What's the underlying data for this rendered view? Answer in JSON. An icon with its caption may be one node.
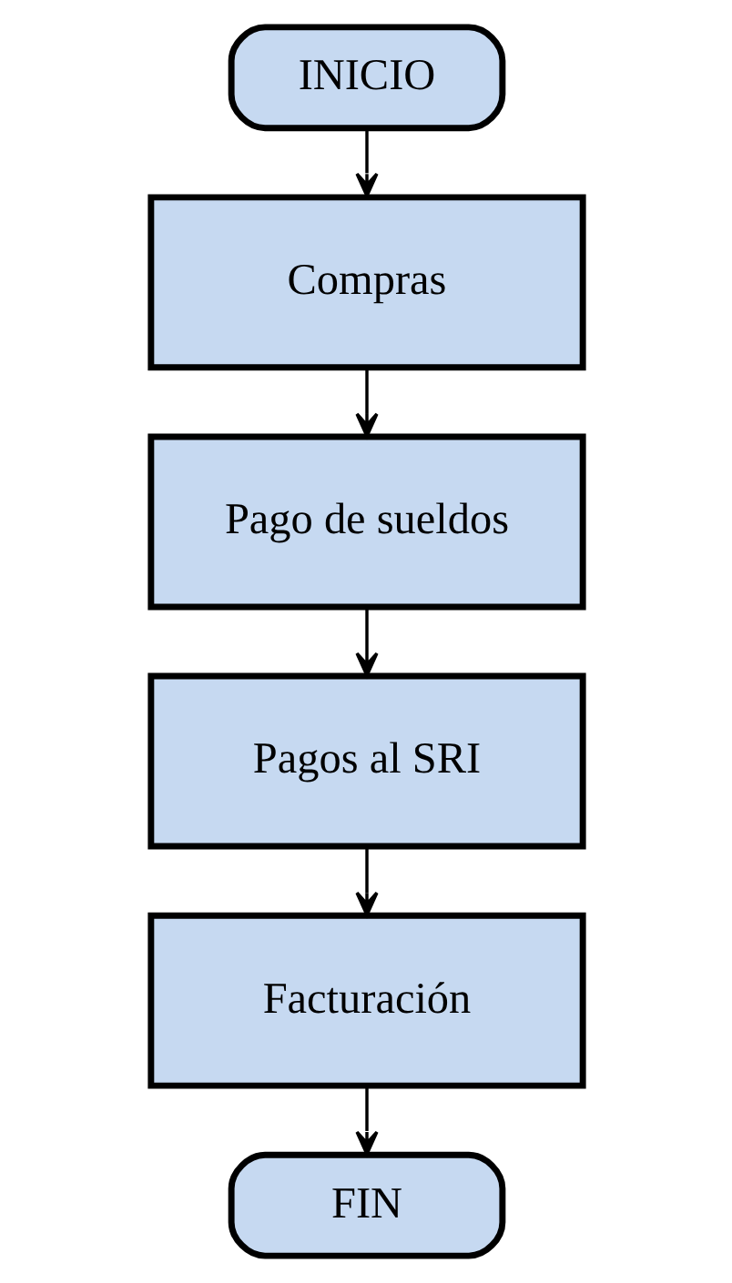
{
  "diagram": {
    "nodes": [
      {
        "text": [
          "INICIO"
        ]
      },
      {
        "text": [
          "Compras"
        ]
      },
      {
        "text": [
          "Pago de sueldos"
        ]
      },
      {
        "text": [
          "Pagos al SRI"
        ]
      },
      {
        "text": [
          "Facturación"
        ]
      },
      {
        "text": [
          "FIN"
        ]
      }
    ],
    "edges": [
      {
        "from": 0,
        "to": 1,
        "arrow": "to"
      },
      {
        "from": 1,
        "to": 2,
        "arrow": "to"
      },
      {
        "from": 2,
        "to": 3,
        "arrow": "to"
      },
      {
        "from": 3,
        "to": 4,
        "arrow": "to"
      },
      {
        "from": 4,
        "to": 5,
        "arrow": "to"
      }
    ]
  }
}
